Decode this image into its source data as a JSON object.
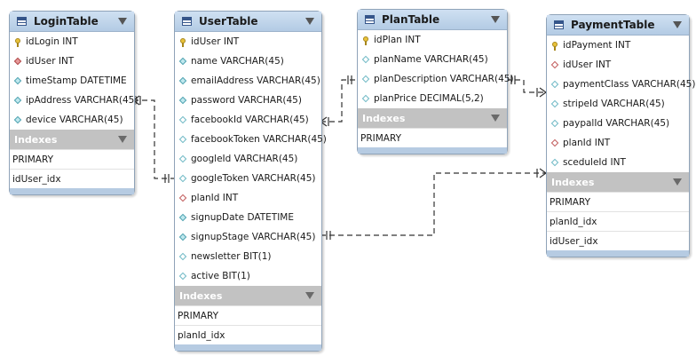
{
  "tables": {
    "login": {
      "name": "LoginTable",
      "columns": [
        {
          "text": "idLogin INT",
          "icon": "primary-key-icon"
        },
        {
          "text": "idUser INT",
          "icon": "foreign-key-icon"
        },
        {
          "text": "timeStamp DATETIME",
          "icon": "column-diamond-icon"
        },
        {
          "text": "ipAddress VARCHAR(45)",
          "icon": "column-diamond-icon"
        },
        {
          "text": "device VARCHAR(45)",
          "icon": "column-diamond-icon"
        }
      ],
      "indexes_label": "Indexes",
      "indexes": [
        "PRIMARY",
        "idUser_idx"
      ]
    },
    "user": {
      "name": "UserTable",
      "columns": [
        {
          "text": "idUser INT",
          "icon": "primary-key-icon"
        },
        {
          "text": "name VARCHAR(45)",
          "icon": "column-diamond-icon"
        },
        {
          "text": "emailAddress VARCHAR(45)",
          "icon": "column-diamond-icon"
        },
        {
          "text": "password VARCHAR(45)",
          "icon": "column-diamond-icon"
        },
        {
          "text": "facebookId VARCHAR(45)",
          "icon": "nullable-column-icon"
        },
        {
          "text": "facebookToken VARCHAR(45)",
          "icon": "nullable-column-icon"
        },
        {
          "text": "googleId VARCHAR(45)",
          "icon": "nullable-column-icon"
        },
        {
          "text": "googleToken VARCHAR(45)",
          "icon": "nullable-column-icon"
        },
        {
          "text": "planId INT",
          "icon": "foreign-key-open-icon"
        },
        {
          "text": "signupDate DATETIME",
          "icon": "column-diamond-icon"
        },
        {
          "text": "signupStage VARCHAR(45)",
          "icon": "column-diamond-icon"
        },
        {
          "text": "newsletter BIT(1)",
          "icon": "nullable-column-icon"
        },
        {
          "text": "active BIT(1)",
          "icon": "nullable-column-icon"
        }
      ],
      "indexes_label": "Indexes",
      "indexes": [
        "PRIMARY",
        "planId_idx"
      ]
    },
    "plan": {
      "name": "PlanTable",
      "columns": [
        {
          "text": "idPlan INT",
          "icon": "primary-key-icon"
        },
        {
          "text": "planName VARCHAR(45)",
          "icon": "nullable-column-icon"
        },
        {
          "text": "planDescription VARCHAR(45)",
          "icon": "nullable-column-icon"
        },
        {
          "text": "planPrice DECIMAL(5,2)",
          "icon": "nullable-column-icon"
        }
      ],
      "indexes_label": "Indexes",
      "indexes": [
        "PRIMARY"
      ]
    },
    "payment": {
      "name": "PaymentTable",
      "columns": [
        {
          "text": "idPayment INT",
          "icon": "primary-key-icon"
        },
        {
          "text": "idUser INT",
          "icon": "foreign-key-open-icon"
        },
        {
          "text": "paymentClass VARCHAR(45)",
          "icon": "nullable-column-icon"
        },
        {
          "text": "stripeId VARCHAR(45)",
          "icon": "nullable-column-icon"
        },
        {
          "text": "paypalId VARCHAR(45)",
          "icon": "nullable-column-icon"
        },
        {
          "text": "planId INT",
          "icon": "foreign-key-open-icon"
        },
        {
          "text": "sceduleId INT",
          "icon": "nullable-column-icon"
        }
      ],
      "indexes_label": "Indexes",
      "indexes": [
        "PRIMARY",
        "planId_idx",
        "idUser_idx"
      ]
    }
  },
  "colors": {
    "header": "#b3cbe4",
    "indexes_header": "#c2c2c2",
    "connector": "#333333"
  }
}
